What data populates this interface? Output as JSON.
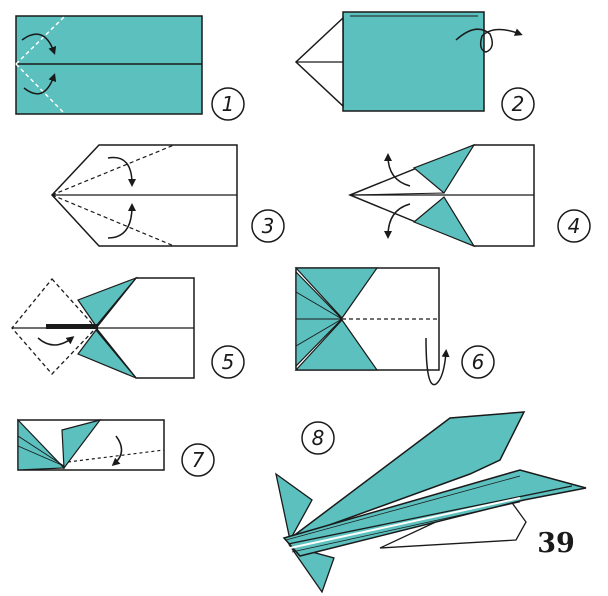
{
  "colors": {
    "paper": "#5bc0be",
    "line": "#1a1a1a",
    "background": "#ffffff"
  },
  "steps": [
    {
      "number": "1"
    },
    {
      "number": "2"
    },
    {
      "number": "3"
    },
    {
      "number": "4"
    },
    {
      "number": "5"
    },
    {
      "number": "6"
    },
    {
      "number": "7"
    },
    {
      "number": "8"
    }
  ],
  "page_number": "39"
}
